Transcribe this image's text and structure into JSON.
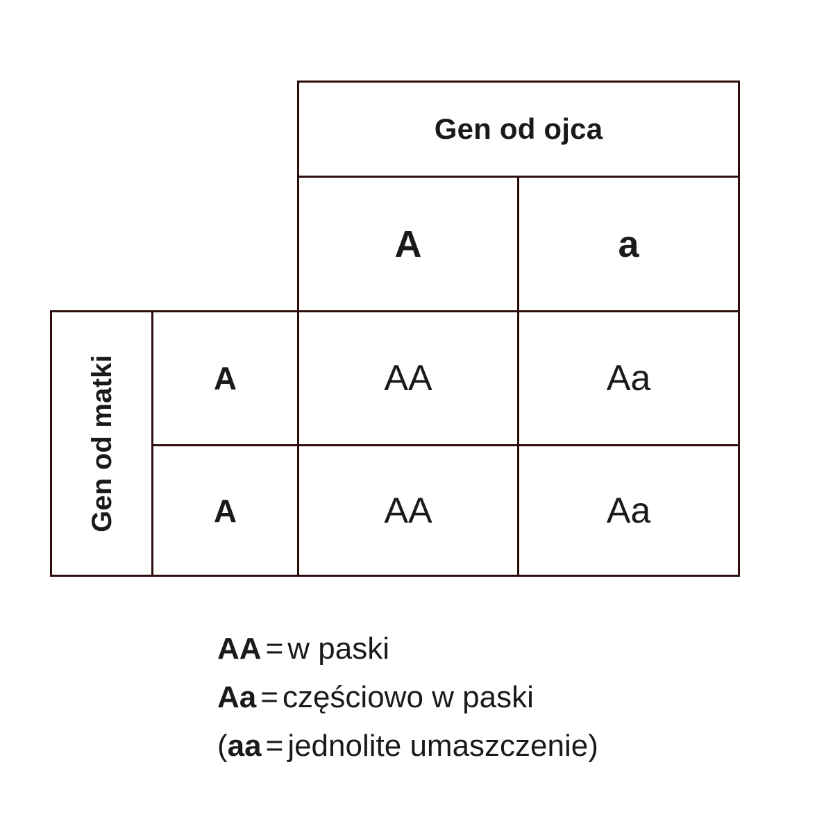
{
  "diagram": {
    "type": "punnett-square",
    "father_axis_label": "Gen od ojca",
    "mother_axis_label": "Gen od matki",
    "father_alleles": [
      "A",
      "a"
    ],
    "mother_alleles": [
      "A",
      "A"
    ],
    "grid": [
      [
        "AA",
        "Aa"
      ],
      [
        "AA",
        "Aa"
      ]
    ],
    "colors": {
      "border": "#2e0d0d",
      "text": "#1a1a1a",
      "background": "#ffffff"
    }
  },
  "legend": {
    "rows": [
      {
        "genotype": "AA",
        "equals": "=",
        "description": "w paski",
        "open_paren": "",
        "close_paren": ""
      },
      {
        "genotype": "Aa",
        "equals": "=",
        "description": "częściowo w paski",
        "open_paren": "",
        "close_paren": ""
      },
      {
        "genotype": "aa",
        "equals": "=",
        "description": "jednolite umaszczenie",
        "open_paren": "(",
        "close_paren": ")"
      }
    ]
  }
}
